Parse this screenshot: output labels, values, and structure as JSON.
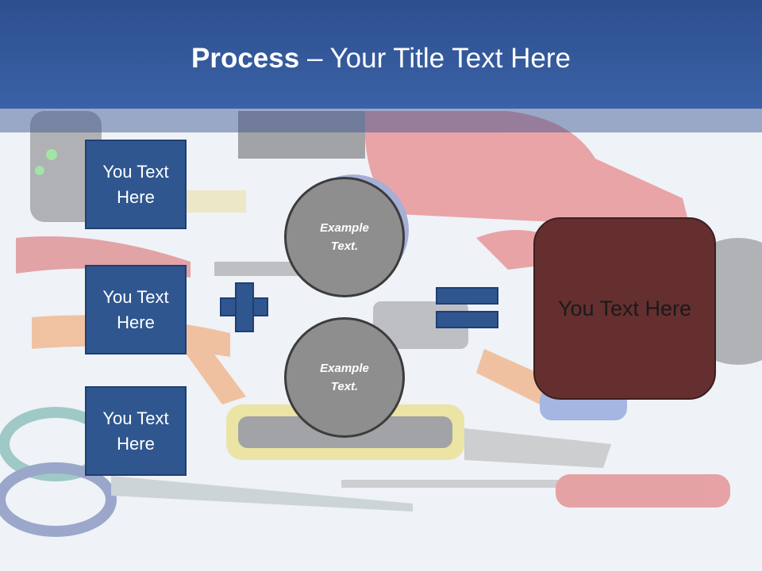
{
  "title": {
    "bold": "Process",
    "rest": " – Your Title Text Here"
  },
  "boxes": [
    {
      "label": "You Text Here"
    },
    {
      "label": "You Text Here"
    },
    {
      "label": "You Text Here"
    }
  ],
  "circles": [
    {
      "label": "Example Text."
    },
    {
      "label": "Example Text."
    }
  ],
  "result": {
    "label": "You Text Here"
  },
  "colors": {
    "header": "#2d4f8f",
    "box": "#2f568f",
    "circle": "#8e8e8e",
    "result": "#652f2f"
  }
}
